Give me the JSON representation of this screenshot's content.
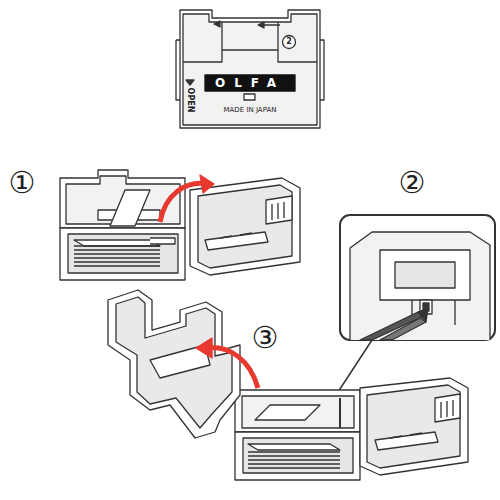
{
  "diagram": {
    "labels": [
      "OLFA",
      "OPEN",
      "MADE IN JAPAN",
      "2",
      "①",
      "②",
      "③"
    ]
  }
}
